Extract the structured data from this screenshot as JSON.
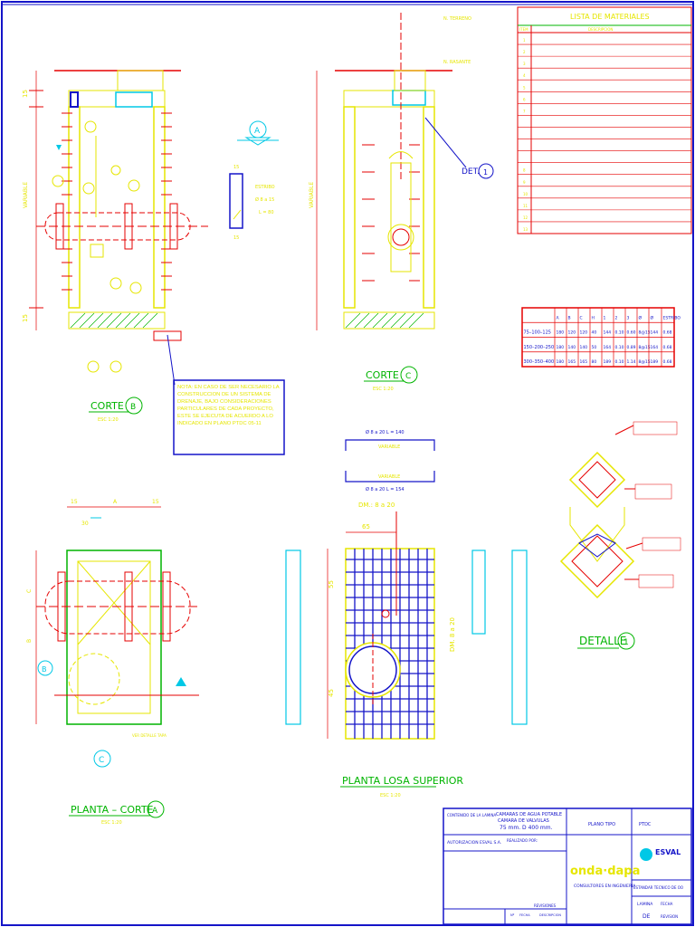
{
  "colors": {
    "yellow": "#e6e600",
    "red": "#e60000",
    "cyan": "#00c8e6",
    "blue": "#1414c8",
    "green": "#00b400",
    "magenta": "#c800c8",
    "black": "#000000"
  },
  "labels": {
    "corte_b": "CORTE",
    "corte_b_letter": "B",
    "corte_c": "CORTE",
    "corte_c_letter": "C",
    "planta_corte": "PLANTA – CORTE",
    "planta_corte_letter": "A",
    "planta_losa": "PLANTA LOSA SUPERIOR",
    "detalle": "DETALLE",
    "detalle_num": "1",
    "det1": "DET.",
    "det1_num": "1",
    "esc": "ESC 1:20",
    "a_letter": "A",
    "b_letter": "B",
    "c_letter": "C",
    "variable": "VARIABLE",
    "dim_15": "15",
    "dim_30": "30",
    "dim_a": "A",
    "dim_b": "B",
    "dim_c": "C",
    "dim_65": "65",
    "dim_55": "55",
    "dim_45": "45",
    "dim_20": "20",
    "dm_8a20": "DM.:  8 a 20",
    "dm_8a20_v": "DM. 8 a 20",
    "estribo": "ESTRIBO",
    "phi_8a15": "Ø 8 a 15",
    "l80": "L = 80",
    "n_terreno": "N. TERRENO",
    "n_rasante": "N. RASANTE",
    "varilla_top": "Ø 8 a 20     L = 140",
    "varilla_bot": "Ø 8 a 20     L = 154",
    "note": "NOTA: EN CASO DE SER NECESARIO LA CONSTRUCCION DE UN SISTEMA DE DRENAJE, BAJO CONSIDERACIONES PARTICULARES DE CADA PROYECTO, ESTE SE EJECUTA DE ACUERDO A LO INDICADO EN PLANO PTDC 05-11",
    "ver_detalle": "VER DETALLE TAPA"
  },
  "materials": {
    "title": "LISTA DE MATERIALES",
    "col_item": "ITEM",
    "col_desc": "DESCRIPCION",
    "rows": [
      "1",
      "2",
      "3",
      "4",
      "5",
      "6",
      "7",
      "",
      "",
      "",
      "",
      "8",
      "9",
      "10",
      "11",
      "12",
      "13"
    ]
  },
  "dim_table": {
    "header": [
      "",
      "A",
      "B",
      "C",
      "H",
      "1",
      "2",
      "3",
      "Ø",
      "Ø",
      "ESTRIBO"
    ],
    "rows": [
      [
        "75–100–125",
        "180",
        "120",
        "120",
        "40",
        "144",
        "0.10",
        "0.60",
        "8@15",
        "144",
        "0.68"
      ],
      [
        "150–200–250",
        "180",
        "140",
        "140",
        "50",
        "164",
        "0.10",
        "0.89",
        "8@15",
        "164",
        "0.68"
      ],
      [
        "300–350–400",
        "180",
        "165",
        "165",
        "80",
        "189",
        "0.10",
        "1.14",
        "8@15",
        "189",
        "0.68"
      ]
    ]
  },
  "title_block": {
    "contenido_label": "CONTENIDO DE LA LAMINA",
    "contenido_1": "CAMARAS DE AGUA POTABLE",
    "contenido_2": "CAMARA DE VALVULAS",
    "contenido_3": "75 mm.  D 400 mm.",
    "plano_tipo": "PLANO TIPO",
    "ptdc": "PTDC",
    "autorizacion": "AUTORIZACION  ESVAL S.A.",
    "realizado": "REALIZADO POR:",
    "firm": "onda·dapa",
    "firm_sub": "CONSULTORES EN INGENIERIA",
    "logo": "ESVAL",
    "estandar": "ESTANDAR TECNICO DE OO",
    "lamina": "LAMINA",
    "de": "DE",
    "fecha": "FECHA",
    "revision": "REVISION",
    "revisiones_label": "REVISIONES",
    "n_label": "Nº",
    "fecha_label": "FECHA",
    "descripcion_label": "DESCRIPCION"
  }
}
